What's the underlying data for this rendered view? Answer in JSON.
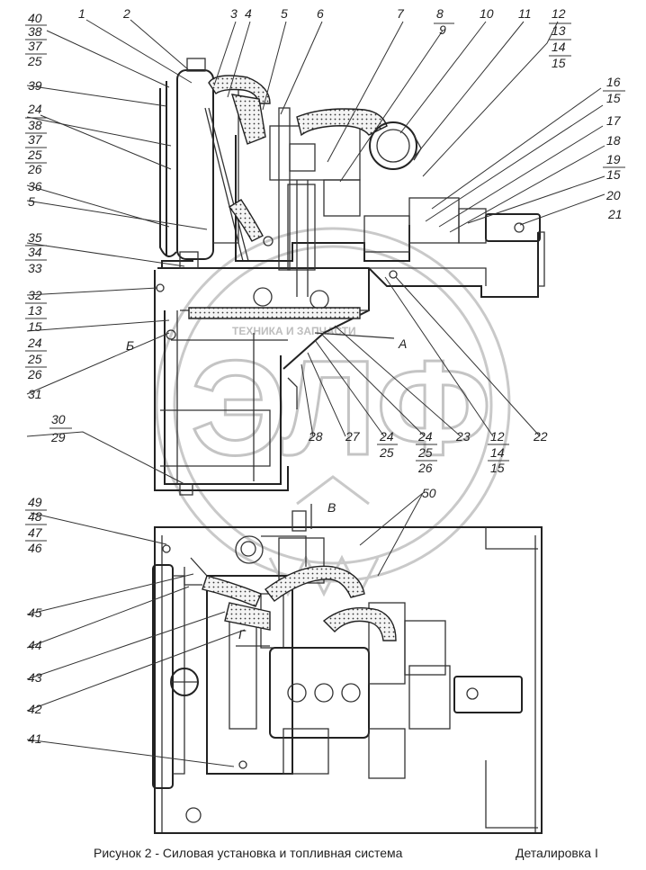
{
  "caption": "Рисунок 2 - Силовая установка и топливная система",
  "caption_right": "Деталировка   I",
  "watermark": {
    "letters": "ЭЛФ",
    "text": "ТЕХНИКА И ЗАПЧАСТИ"
  },
  "view_letters": {
    "a": "А",
    "b": "Б",
    "v": "В",
    "g": "Г"
  },
  "callouts": {
    "top": [
      "40",
      "1",
      "2",
      "3",
      "4",
      "5",
      "6",
      "7",
      "8",
      "10",
      "11",
      "12"
    ],
    "top_sub": [
      "9"
    ],
    "right_group_12": [
      "13",
      "14",
      "15"
    ],
    "r16": [
      "16",
      "15"
    ],
    "r17": "17",
    "r18": "18",
    "r19": [
      "19",
      "15"
    ],
    "r20": "20",
    "r21": "21",
    "left_40": [
      "38",
      "37",
      "25"
    ],
    "l39": "39",
    "l24": [
      "24",
      "38",
      "37",
      "25",
      "26"
    ],
    "l36": "36",
    "l5": "5",
    "l35": [
      "35",
      "34",
      "33"
    ],
    "l32": [
      "32",
      "13",
      "15"
    ],
    "l24b": [
      "24",
      "25",
      "26"
    ],
    "l31": "31",
    "l30": [
      "30",
      "29"
    ],
    "bottom_mid": [
      "28",
      "27",
      "24",
      "24",
      "23",
      "12",
      "22"
    ],
    "bottom_sub_a": [
      "25"
    ],
    "bottom_sub_b": [
      "25",
      "26"
    ],
    "bottom_sub_c": [
      "14",
      "15"
    ],
    "l49": [
      "49",
      "48",
      "47",
      "46"
    ],
    "l45": "45",
    "l44": "44",
    "l43": "43",
    "l42": "42",
    "l41": "41",
    "n50": "50"
  }
}
